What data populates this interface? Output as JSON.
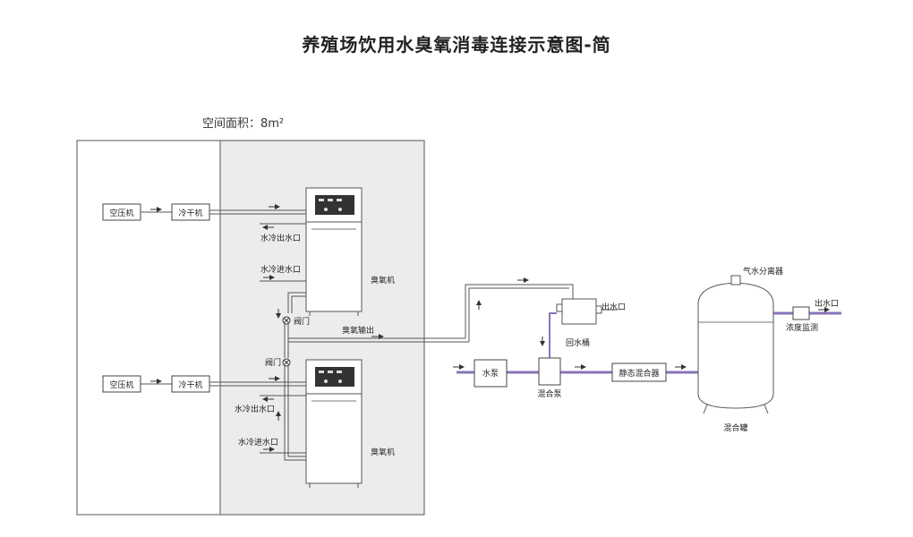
{
  "title": "养殖场饮用水臭氧消毒连接示意图-简",
  "room_area": "空间面积：8m²",
  "colors": {
    "pipe_water": "#8a74b8",
    "room_fill": "#ececec",
    "line": "#555555"
  },
  "labels": {
    "air_compressor": "空压机",
    "dryer": "冷干机",
    "cooling_out": "水冷出水口",
    "cooling_in": "水冷进水口",
    "ozone_machine": "臭氧机",
    "valve": "阀门",
    "ozone_output": "臭氧输出",
    "water_pump": "水泵",
    "mix_pump": "混合泵",
    "return_bucket": "回水桶",
    "outlet": "出水口",
    "static_mixer": "静态混合器",
    "separator": "气水分离器",
    "mix_tank": "混合罐",
    "concentration": "浓度监测"
  }
}
